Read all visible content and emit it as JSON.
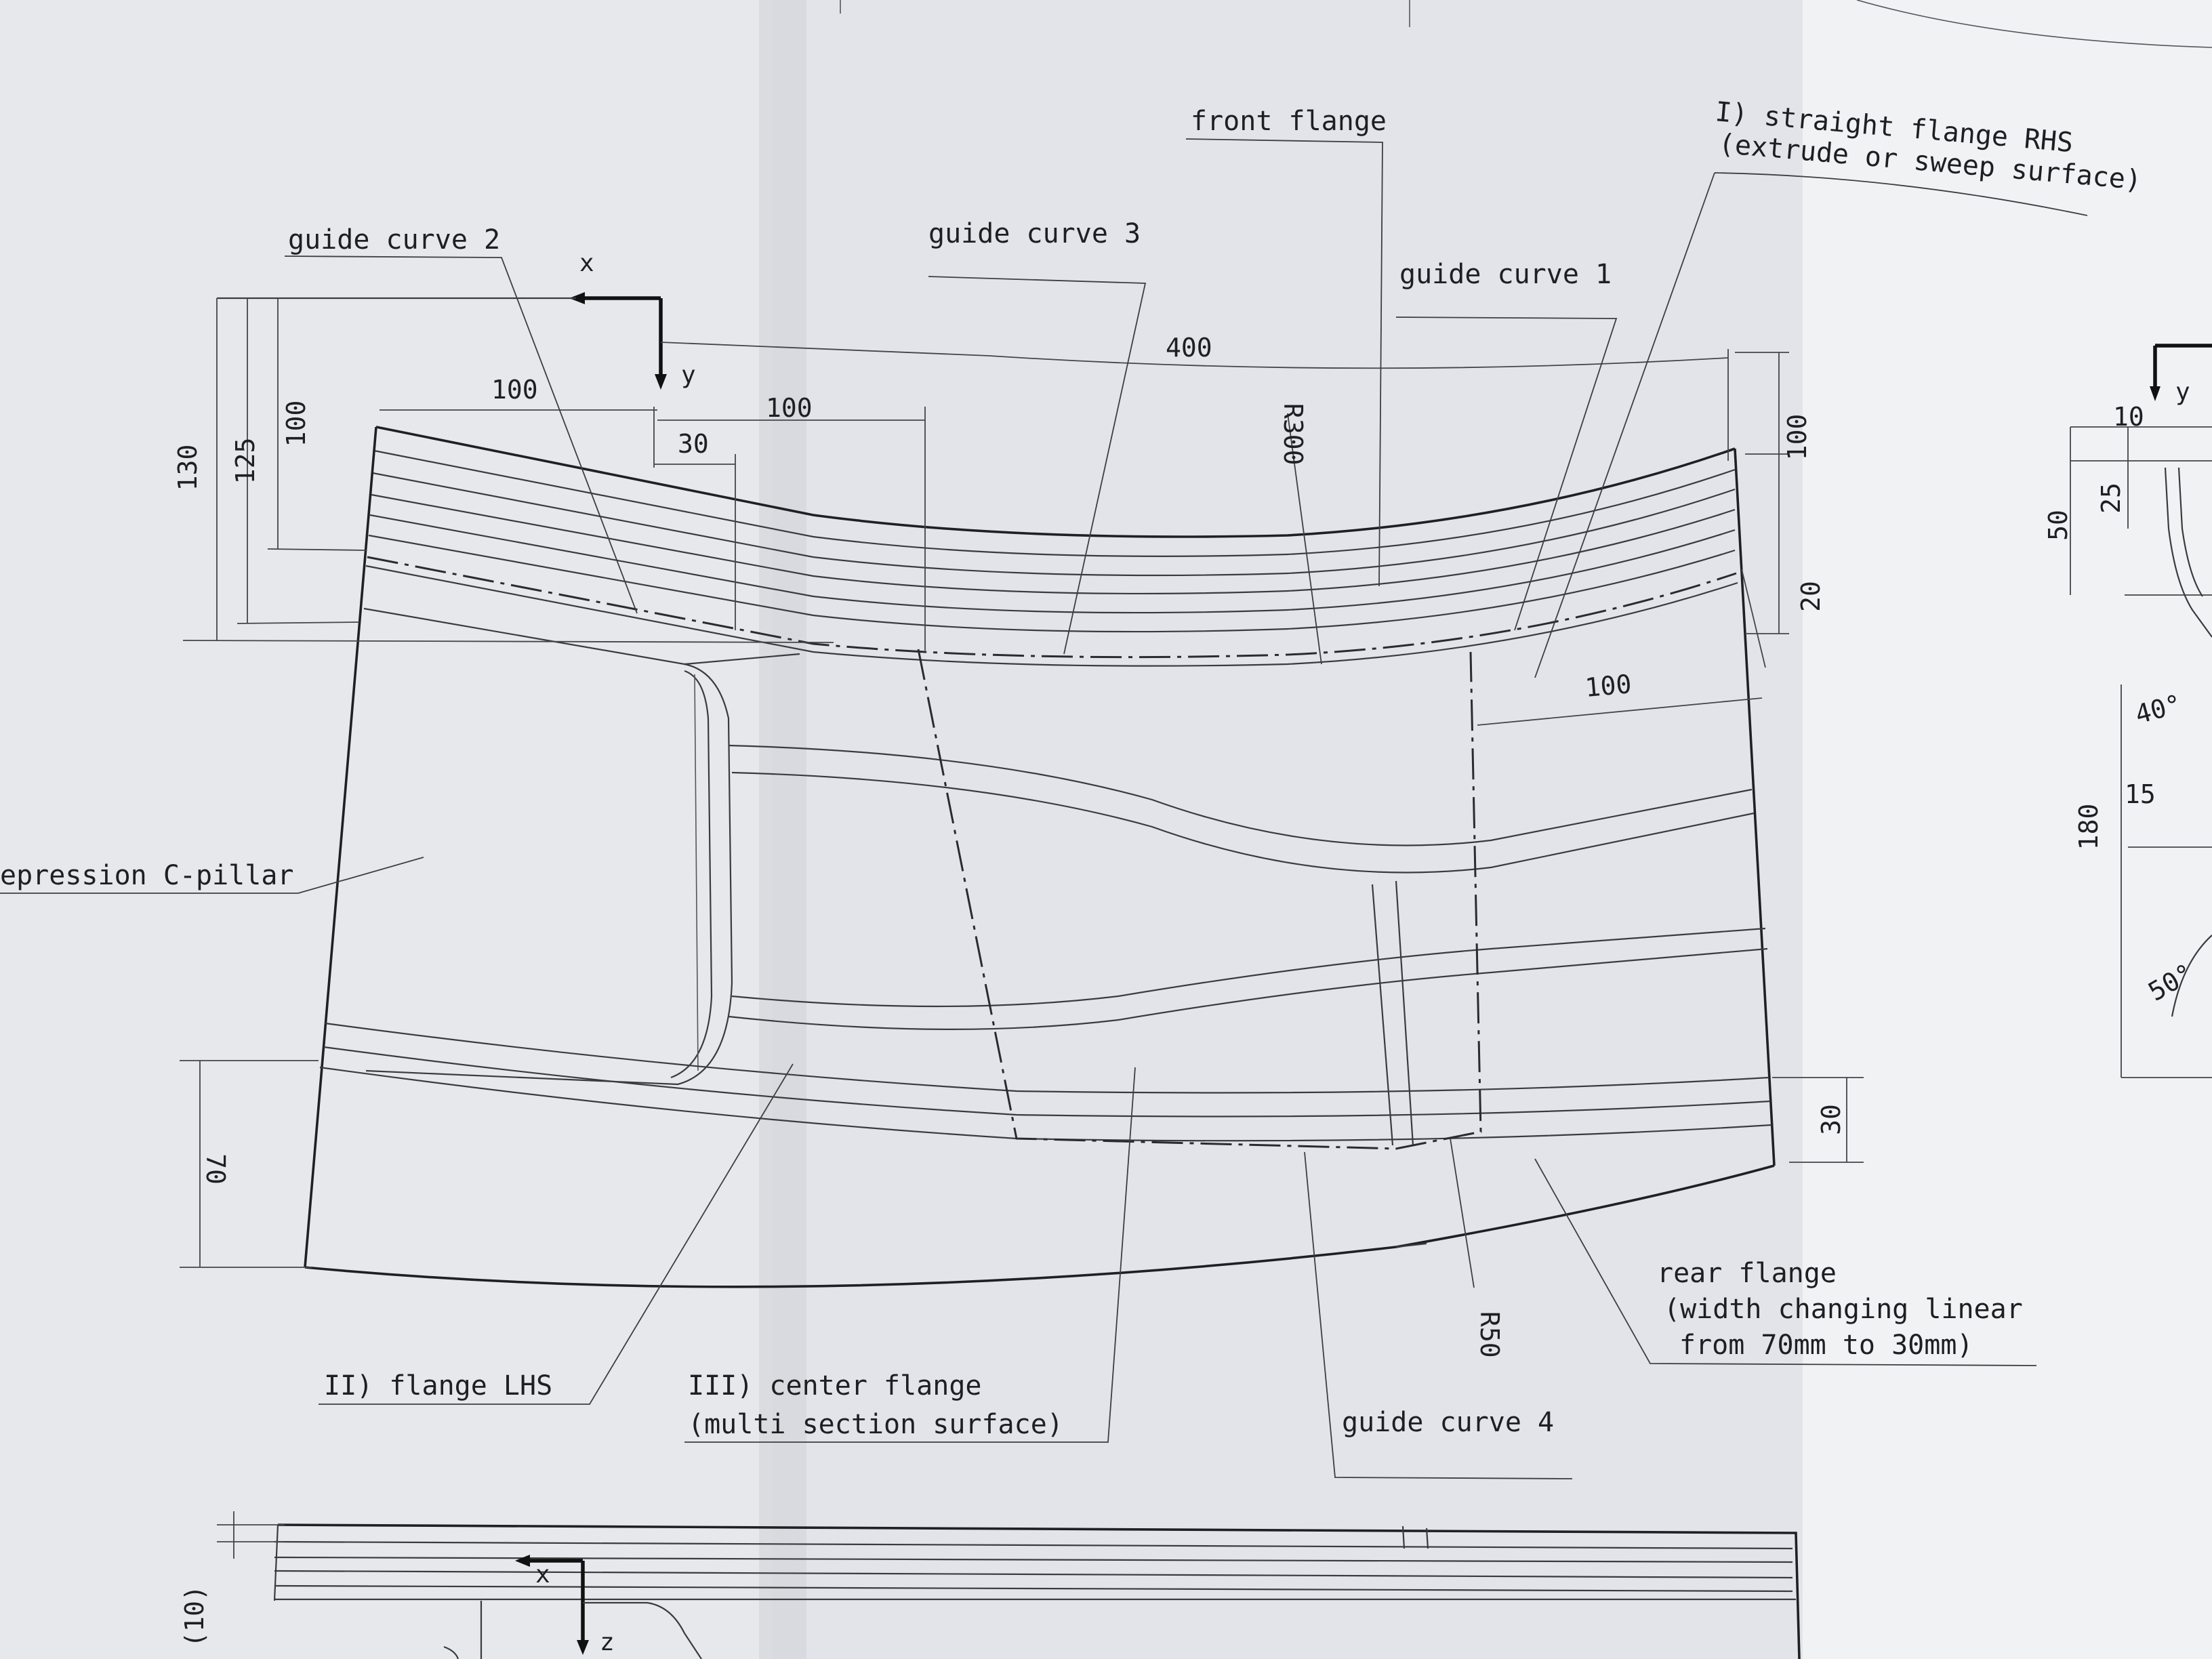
{
  "labels": {
    "front_flange": "front flange",
    "straight_flange_line1": "I) straight flange RHS",
    "straight_flange_line2": "(extrude or sweep surface)",
    "guide_curve_1": "guide curve 1",
    "guide_curve_2": "guide curve 2",
    "guide_curve_3": "guide curve 3",
    "guide_curve_4": "guide curve 4",
    "depression": "epression C-pillar",
    "flange_lhs": "II) flange LHS",
    "center_flange_line1": "III) center flange",
    "center_flange_line2": "(multi section surface)",
    "rear_flange_line1": "rear flange",
    "rear_flange_line2": "(width changing linear",
    "rear_flange_line3": "from 70mm to 30mm)"
  },
  "axes": {
    "main_x": "x",
    "main_y": "y",
    "side_y": "y",
    "bottom_x": "x",
    "bottom_z": "z"
  },
  "dimensions": {
    "d130": "130",
    "d125": "125",
    "d100_left": "100",
    "d100_top_left": "100",
    "d100_top_mid": "100",
    "d30": "30",
    "d400": "400",
    "r300": "R300",
    "d100_right": "100",
    "d20": "20",
    "d100_lower": "100",
    "d70": "70",
    "d30_right": "30",
    "r50": "R50",
    "d10_paren": "(10)"
  },
  "side_view": {
    "d10": "10",
    "d25": "25",
    "d50": "50",
    "a40": "40°",
    "d15": "15",
    "d180": "180",
    "a50": "50°"
  },
  "colors": {
    "paper": "#e7e8ec",
    "ink": "#1e1f22",
    "background": "#c9ccd2"
  }
}
